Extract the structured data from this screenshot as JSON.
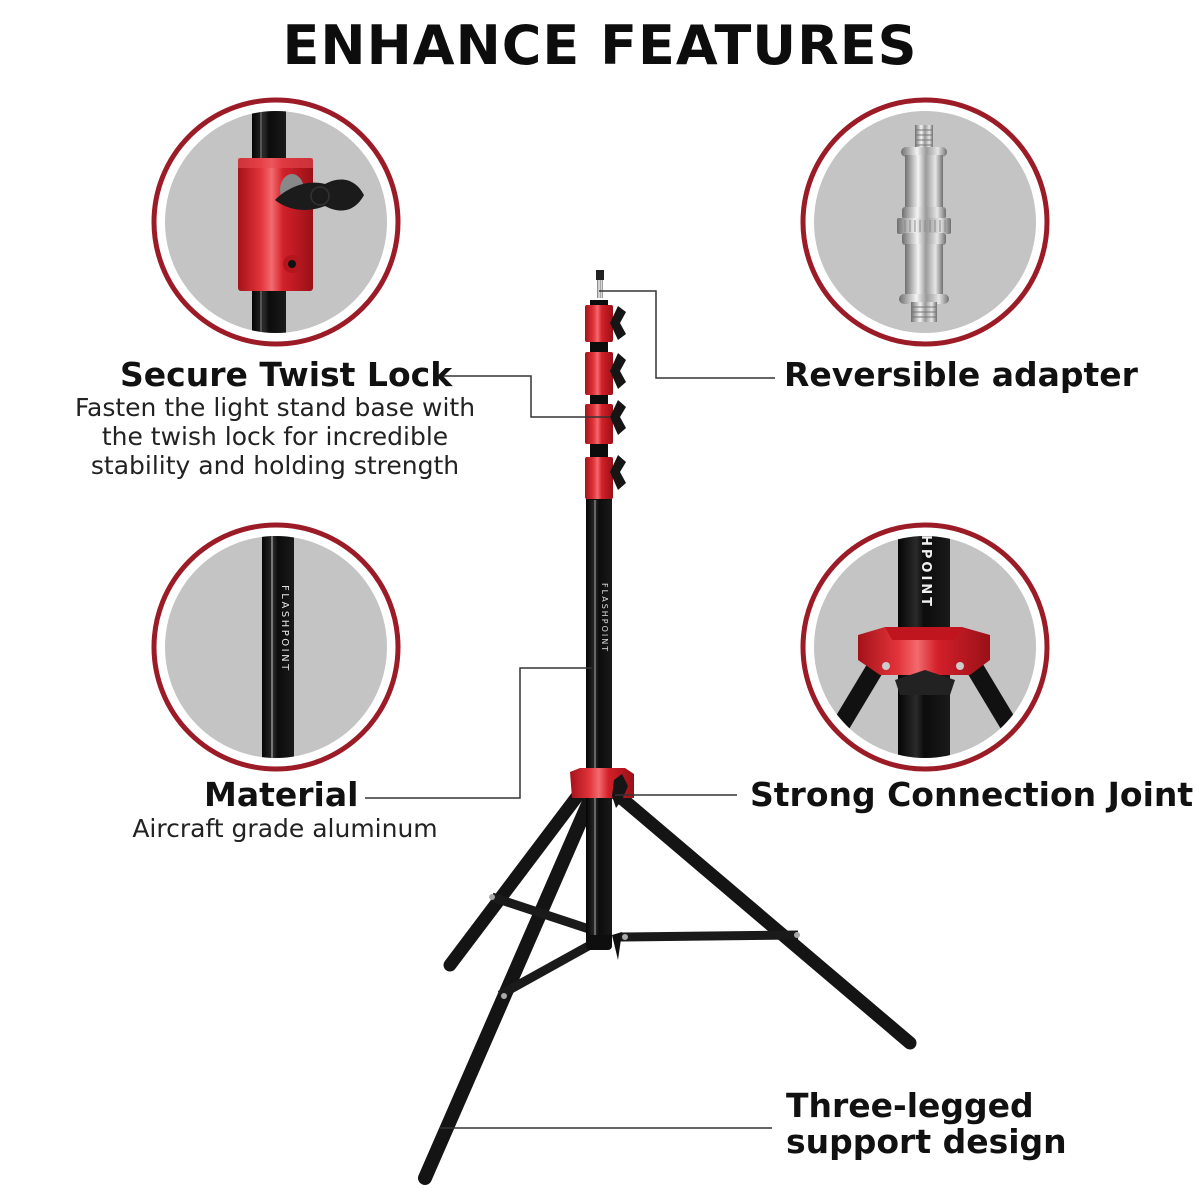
{
  "page": {
    "title": "ENHANCE FEATURES"
  },
  "colors": {
    "ring": "#9b1b26",
    "circle_fill": "#c4c4c4",
    "stand_red": "#d3202a",
    "stand_black": "#111111",
    "connector_line": "#333333"
  },
  "features": {
    "twist_lock": {
      "title": "Secure Twist Lock",
      "description_lines": [
        "Fasten the light stand base with",
        "the twish lock for incredible",
        "stability and holding strength"
      ],
      "image": "red-twist-lock-clamp"
    },
    "adapter": {
      "title": "Reversible adapter",
      "image": "chrome-spigot-adapter"
    },
    "material": {
      "title": "Material",
      "description": "Aircraft grade aluminum",
      "image": "black-aluminum-tube",
      "tube_text": "FLASHPOINT"
    },
    "joint": {
      "title": "Strong Connection Joint",
      "image": "red-leg-joint",
      "tube_text": "HPOINT"
    },
    "legs": {
      "title_lines": [
        "Three-legged",
        "support design"
      ]
    }
  },
  "product": {
    "name": "light-stand",
    "brand_text": "FLASHPOINT"
  }
}
